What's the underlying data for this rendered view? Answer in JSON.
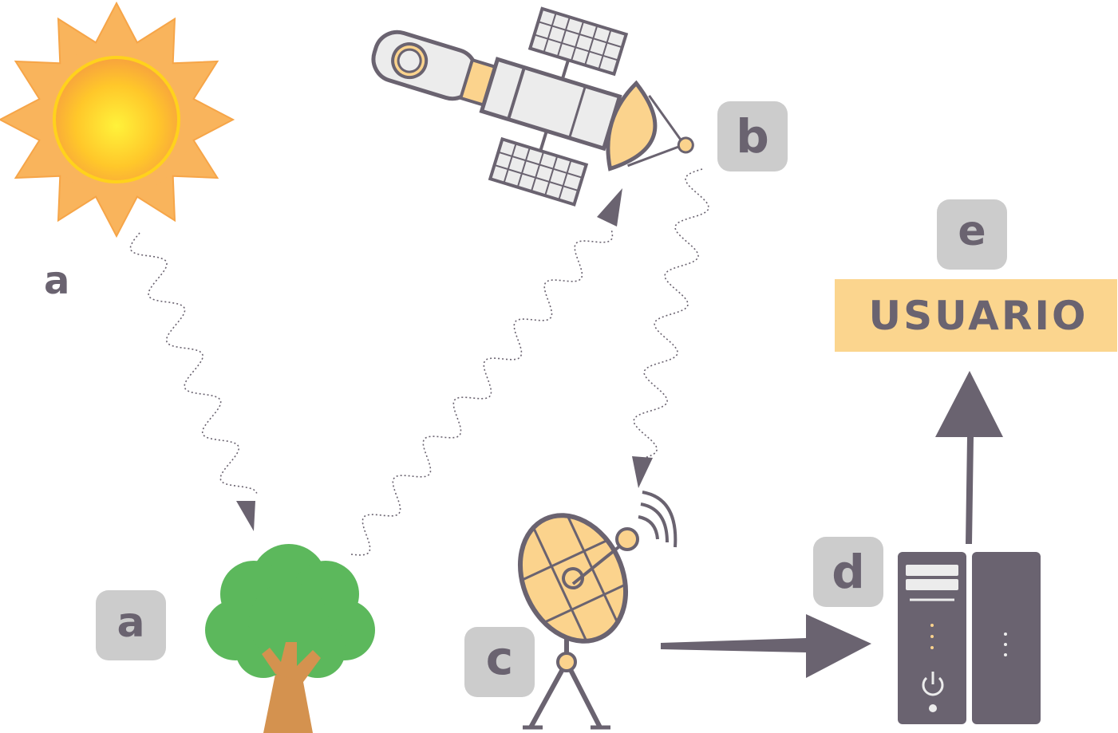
{
  "labels": {
    "sun_label": "a",
    "tree_badge": "a",
    "satellite_badge": "b",
    "antenna_badge": "c",
    "server_badge": "d",
    "user_badge": "e",
    "user_box": "USUARIO"
  },
  "colors": {
    "dark": "#6a6370",
    "badge_bg": "#cccccc",
    "user_box_bg": "#fbd58e",
    "sun_outer": "#f7a84a",
    "sun_inner": "#ffd21c",
    "tree_green": "#5cb85c",
    "trunk": "#d4924f",
    "dish_fill": "#fbd38d",
    "panel_fill": "#ececec"
  },
  "icons": [
    "sun-icon",
    "satellite-icon",
    "tree-icon",
    "antenna-icon",
    "server-icon"
  ]
}
